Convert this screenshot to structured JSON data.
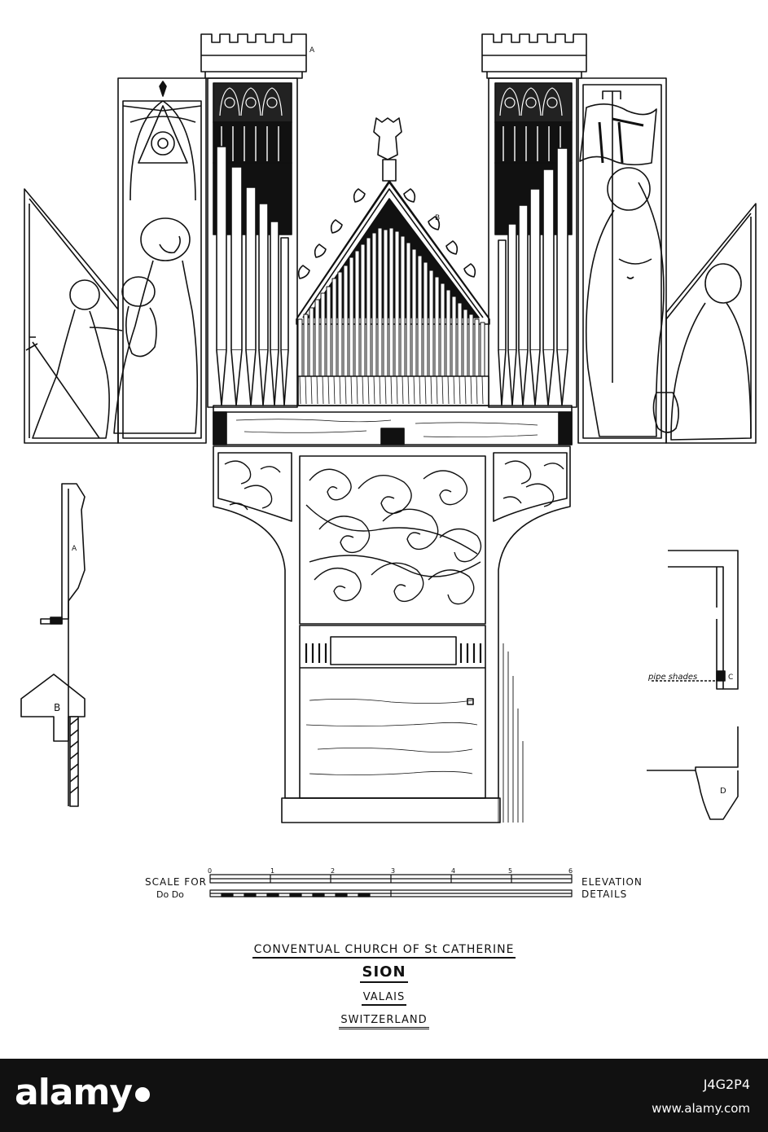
{
  "drawing": {
    "section_marks": {
      "a": "A",
      "b": "B",
      "c": "C",
      "d": "D",
      "a2": "A"
    },
    "detail_note": "pipe shades",
    "scale": {
      "label_left_top": "SCALE FOR",
      "label_left_bottom": "Do    Do",
      "label_right_top": "ELEVATION",
      "label_right_bottom": "DETAILS",
      "ticks": [
        "0",
        "1",
        "2",
        "3",
        "4",
        "5",
        "6"
      ]
    }
  },
  "title": {
    "line1": "CONVENTUAL CHURCH OF St CATHERINE",
    "line2": "SION",
    "line3": "VALAIS",
    "line4": "SWITZERLAND"
  },
  "watermark": {
    "brand": "alamy",
    "image_id": "J4G2P4",
    "site": "www.alamy.com"
  }
}
